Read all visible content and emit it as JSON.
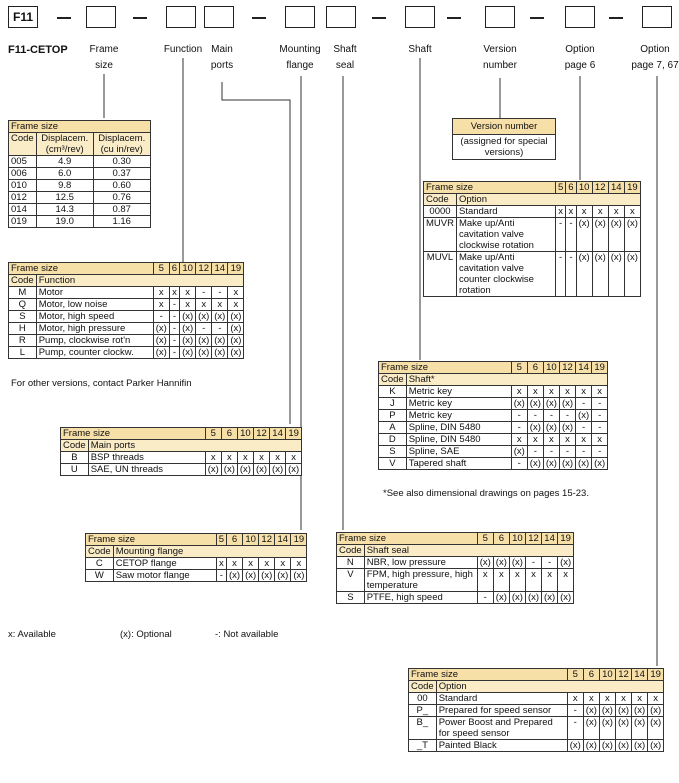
{
  "code_prefix": "F11",
  "model": "F11-CETOP",
  "labels": {
    "frame": "Frame",
    "size": "size",
    "function": "Function",
    "main": "Main",
    "ports": "ports",
    "mounting": "Mounting",
    "flange": "flange",
    "shaft_seal_1": "Shaft",
    "seal": "seal",
    "shaft": "Shaft",
    "version": "Version",
    "number": "number",
    "option1": "Option",
    "page6": "page 6",
    "option2": "Option",
    "page767": "page 7, 67"
  },
  "frame_size_table": {
    "title": "Frame size",
    "headers": [
      "Code",
      "Displacem. (cm³/rev)",
      "Displacem. (cu in/rev)"
    ],
    "rows": [
      [
        "005",
        "4.9",
        "0.30"
      ],
      [
        "006",
        "6.0",
        "0.37"
      ],
      [
        "010",
        "9.8",
        "0.60"
      ],
      [
        "012",
        "12.5",
        "0.76"
      ],
      [
        "014",
        "14.3",
        "0.87"
      ],
      [
        "019",
        "19.0",
        "1.16"
      ]
    ]
  },
  "version_box": {
    "title": "Version number",
    "body": "(assigned for special versions)"
  },
  "frames": [
    "5",
    "6",
    "10",
    "12",
    "14",
    "19"
  ],
  "function_table": {
    "title": "Frame size",
    "code": "Code",
    "sub": "Function",
    "rows": [
      {
        "code": "M",
        "name": "Motor",
        "v": [
          "x",
          "x",
          "x",
          "-",
          "-",
          "x"
        ]
      },
      {
        "code": "Q",
        "name": "Motor, low noise",
        "v": [
          "x",
          "-",
          "x",
          "x",
          "x",
          "x"
        ]
      },
      {
        "code": "S",
        "name": "Motor, high speed",
        "v": [
          "-",
          "-",
          "(x)",
          "(x)",
          "(x)",
          "(x)"
        ]
      },
      {
        "code": "H",
        "name": "Motor, high pressure",
        "v": [
          "(x)",
          "-",
          "(x)",
          "-",
          "-",
          "(x)"
        ]
      },
      {
        "code": "R",
        "name": "Pump, clockwise rot'n",
        "v": [
          "(x)",
          "-",
          "(x)",
          "(x)",
          "(x)",
          "(x)"
        ]
      },
      {
        "code": "L",
        "name": "Pump, counter clockw.",
        "v": [
          "(x)",
          "-",
          "(x)",
          "(x)",
          "(x)",
          "(x)"
        ]
      }
    ]
  },
  "other_versions_note": "For other versions, contact Parker Hannifin",
  "option1_table": {
    "title": "Frame size",
    "code": "Code",
    "sub": "Option",
    "rows": [
      {
        "code": "0000",
        "name": "Standard",
        "v": [
          "x",
          "x",
          "x",
          "x",
          "x",
          "x"
        ]
      },
      {
        "code": "MUVR",
        "name": "Make up/Anti cavitation valve clockwise rotation",
        "v": [
          "-",
          "-",
          "(x)",
          "(x)",
          "(x)",
          "(x)"
        ]
      },
      {
        "code": "MUVL",
        "name": "Make up/Anti cavitation valve counter clockwise rotation",
        "v": [
          "-",
          "-",
          "(x)",
          "(x)",
          "(x)",
          "(x)"
        ]
      }
    ]
  },
  "shaft_table": {
    "title": "Frame size",
    "code": "Code",
    "sub": "Shaft*",
    "rows": [
      {
        "code": "K",
        "name": "Metric key",
        "v": [
          "x",
          "x",
          "x",
          "x",
          "x",
          "x"
        ]
      },
      {
        "code": "J",
        "name": "Metric key",
        "v": [
          "(x)",
          "(x)",
          "(x)",
          "(x)",
          "-",
          "-"
        ]
      },
      {
        "code": "P",
        "name": "Metric key",
        "v": [
          "-",
          "-",
          "-",
          "-",
          "(x)",
          "-"
        ]
      },
      {
        "code": "A",
        "name": "Spline, DIN 5480",
        "v": [
          "-",
          "(x)",
          "(x)",
          "(x)",
          "-",
          "-"
        ]
      },
      {
        "code": "D",
        "name": "Spline, DIN 5480",
        "v": [
          "x",
          "x",
          "x",
          "x",
          "x",
          "x"
        ]
      },
      {
        "code": "S",
        "name": "Spline, SAE",
        "v": [
          "(x)",
          "-",
          "-",
          "-",
          "-",
          "-"
        ]
      },
      {
        "code": "V",
        "name": "Tapered shaft",
        "v": [
          "-",
          "(x)",
          "(x)",
          "(x)",
          "(x)",
          "(x)"
        ]
      }
    ],
    "note": "*See also dimensional drawings on pages 15-23."
  },
  "ports_table": {
    "title": "Frame size",
    "code": "Code",
    "sub": "Main ports",
    "rows": [
      {
        "code": "B",
        "name": "BSP threads",
        "v": [
          "x",
          "x",
          "x",
          "x",
          "x",
          "x"
        ]
      },
      {
        "code": "U",
        "name": "SAE, UN threads",
        "v": [
          "(x)",
          "(x)",
          "(x)",
          "(x)",
          "(x)",
          "(x)"
        ]
      }
    ]
  },
  "flange_table": {
    "title": "Frame size",
    "code": "Code",
    "sub": "Mounting flange",
    "rows": [
      {
        "code": "C",
        "name": "CETOP flange",
        "v": [
          "x",
          "x",
          "x",
          "x",
          "x",
          "x"
        ]
      },
      {
        "code": "W",
        "name": "Saw motor flange",
        "v": [
          "-",
          "(x)",
          "(x)",
          "(x)",
          "(x)",
          "(x)"
        ]
      }
    ]
  },
  "seal_table": {
    "title": "Frame size",
    "code": "Code",
    "sub": "Shaft seal",
    "rows": [
      {
        "code": "N",
        "name": "NBR, low pressure",
        "v": [
          "(x)",
          "(x)",
          "(x)",
          "-",
          "-",
          "(x)"
        ]
      },
      {
        "code": "V",
        "name": "FPM, high pressure, high temperature",
        "v": [
          "x",
          "x",
          "x",
          "x",
          "x",
          "x"
        ]
      },
      {
        "code": "S",
        "name": "PTFE, high speed",
        "v": [
          "-",
          "(x)",
          "(x)",
          "(x)",
          "(x)",
          "(x)"
        ]
      }
    ]
  },
  "option2_table": {
    "title": "Frame size",
    "code": "Code",
    "sub": "Option",
    "rows": [
      {
        "code": "00",
        "name": "Standard",
        "v": [
          "x",
          "x",
          "x",
          "x",
          "x",
          "x"
        ]
      },
      {
        "code": "P_",
        "name": "Prepared for speed sensor",
        "v": [
          "-",
          "(x)",
          "(x)",
          "(x)",
          "(x)",
          "(x)"
        ]
      },
      {
        "code": "B_",
        "name": "Power Boost and Prepared for speed sensor",
        "v": [
          "-",
          "(x)",
          "(x)",
          "(x)",
          "(x)",
          "(x)"
        ]
      },
      {
        "code": "_T",
        "name": "Painted Black",
        "v": [
          "(x)",
          "(x)",
          "(x)",
          "(x)",
          "(x)",
          "(x)"
        ]
      }
    ]
  },
  "legend": {
    "available": "x:  Available",
    "optional": "(x): Optional",
    "not_available": "-:  Not available"
  }
}
